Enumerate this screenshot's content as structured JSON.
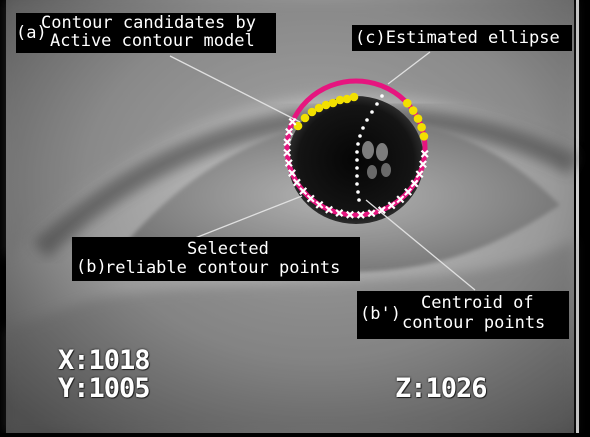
{
  "annotations": {
    "a": {
      "tag": "(a)",
      "line1": "Contour candidates by",
      "line2": "Active contour model"
    },
    "c": {
      "text": "(c)Estimated ellipse"
    },
    "b": {
      "tag": "(b)",
      "line1": "Selected",
      "line2": "reliable contour points"
    },
    "b_prime": {
      "tag": "(b')",
      "line1": "Centroid of",
      "line2": "contour points"
    }
  },
  "overlay": {
    "x_readout": "X:1018",
    "y_readout": "Y:1005",
    "z_readout": "Z:1026"
  },
  "colors": {
    "ellipse": "#e6157f",
    "candidate_points": "#f2e000",
    "reliable_points": "#ffffff",
    "leader_lines": "#e0e0e0",
    "label_background": "#000000"
  }
}
